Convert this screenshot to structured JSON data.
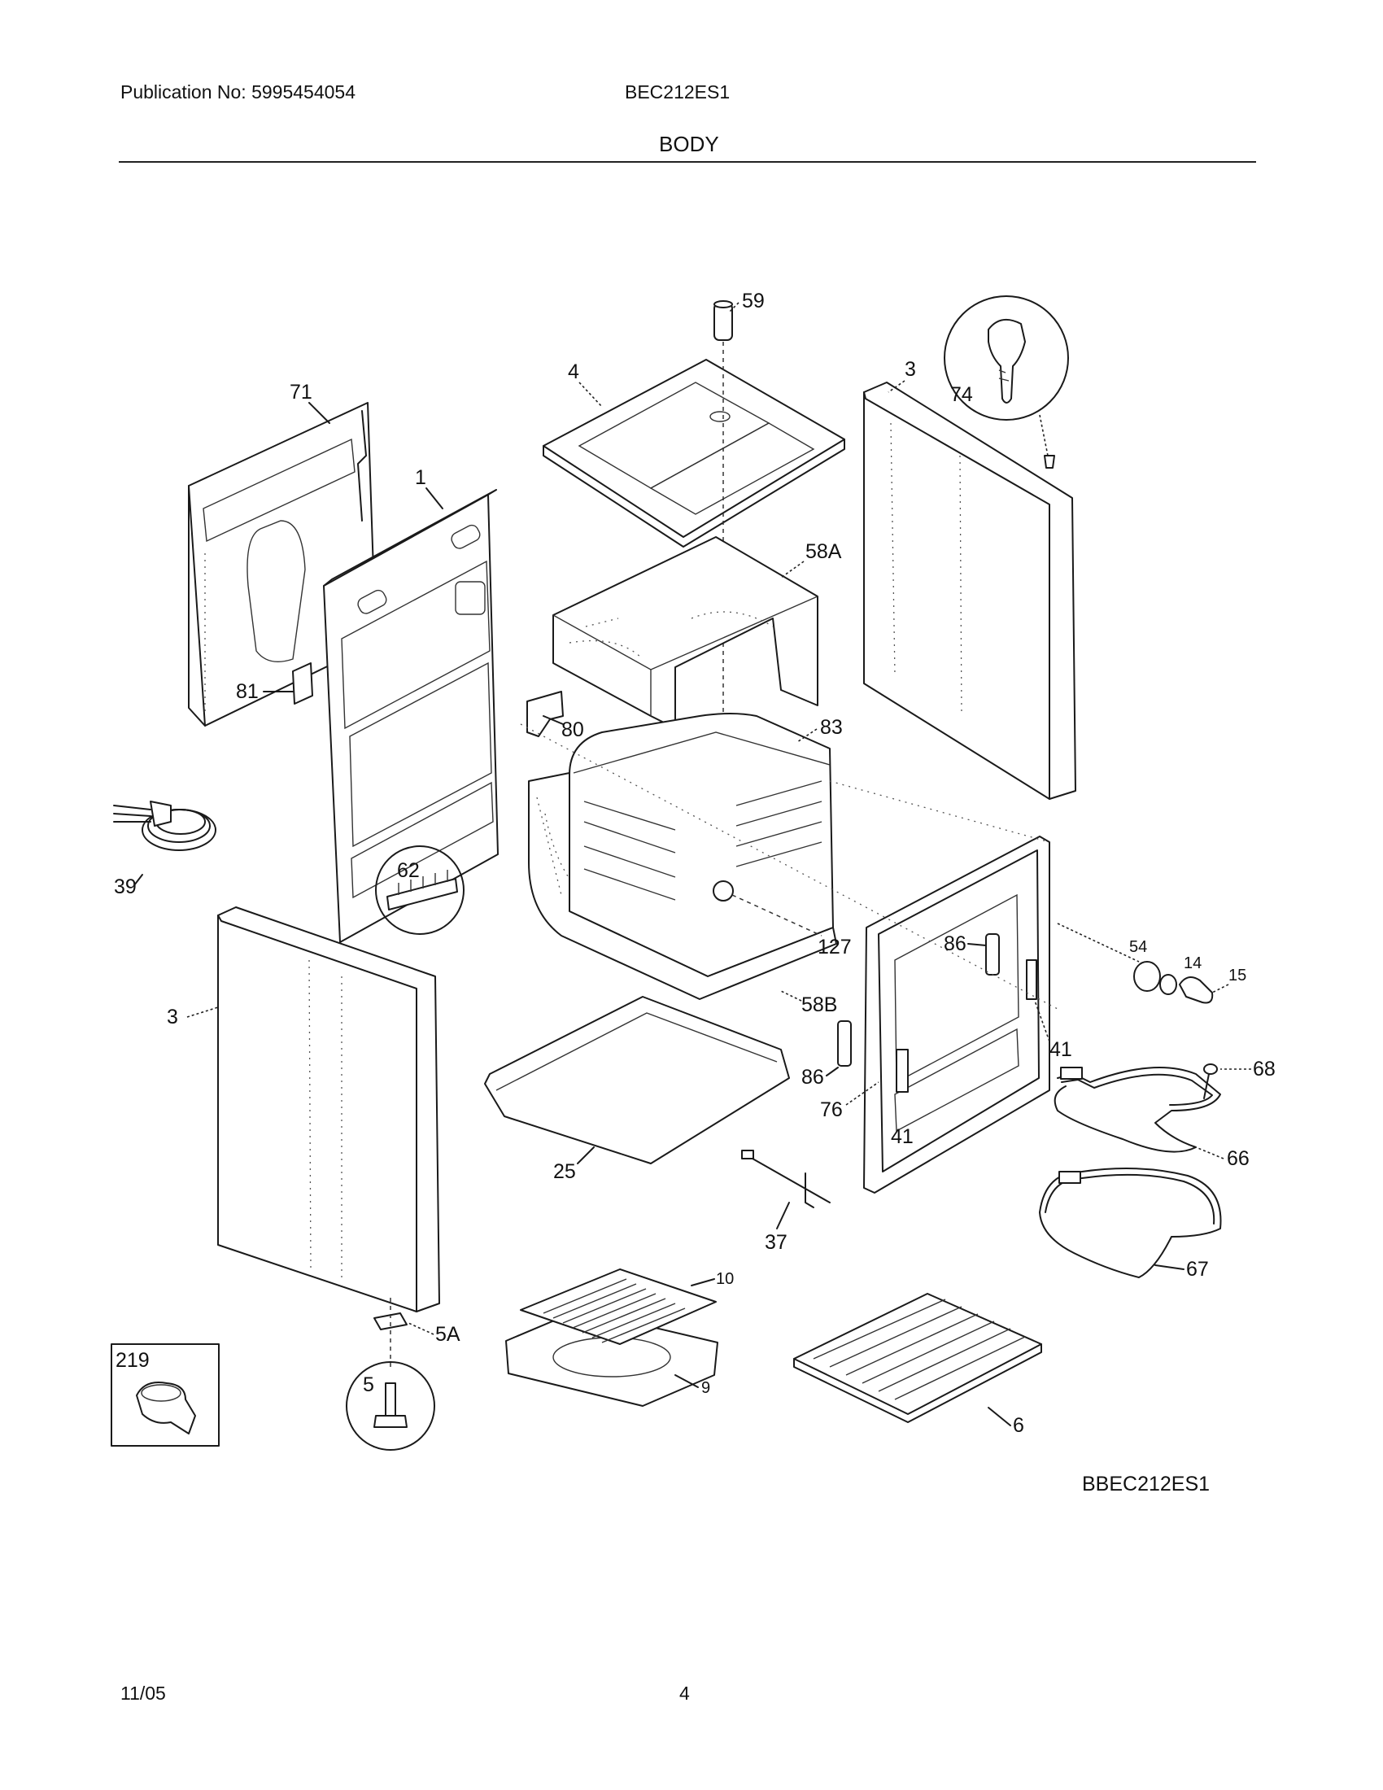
{
  "header": {
    "publication": "Publication No: 5995454054",
    "model": "BEC212ES1",
    "section_title": "BODY"
  },
  "footer": {
    "date": "11/05",
    "page_number": "4"
  },
  "diagram_code": "BBEC212ES1",
  "callouts": {
    "p59": "59",
    "p4": "4",
    "p3_right": "3",
    "p74": "74",
    "p71": "71",
    "p1": "1",
    "p58A": "58A",
    "p81": "81",
    "p80": "80",
    "p83": "83",
    "p39": "39",
    "p62": "62",
    "p127": "127",
    "p86_top": "86",
    "p54": "54",
    "p14": "14",
    "p15": "15",
    "p3_left": "3",
    "p58B": "58B",
    "p41_right": "41",
    "p68": "68",
    "p86_bottom": "86",
    "p76": "76",
    "p41_bottom": "41",
    "p66": "66",
    "p25": "25",
    "p37": "37",
    "p67": "67",
    "p10": "10",
    "p5A": "5A",
    "p219": "219",
    "p5": "5",
    "p9": "9",
    "p6": "6"
  }
}
